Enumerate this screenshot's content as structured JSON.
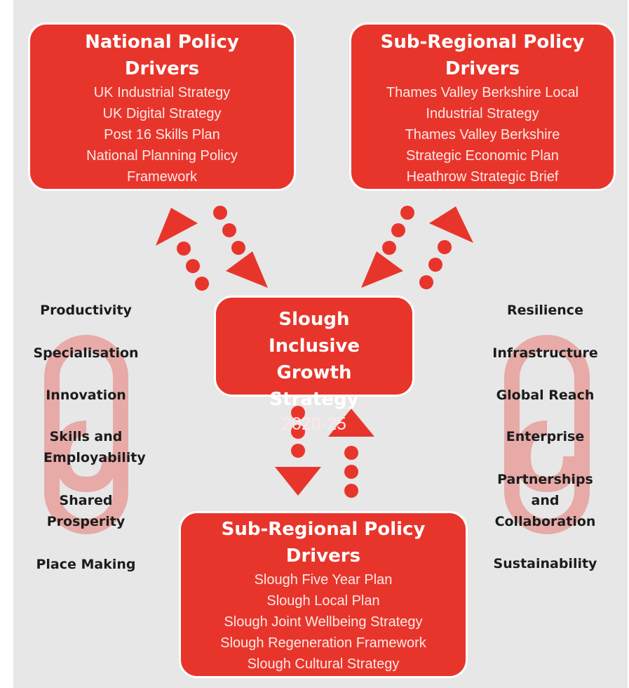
{
  "national": {
    "title": "National Policy Drivers",
    "items": [
      "UK Industrial Strategy",
      "UK Digital Strategy",
      "Post 16 Skills Plan",
      "National Planning Policy Framework"
    ]
  },
  "subregional": {
    "title": "Sub-Regional Policy Drivers",
    "items": [
      "Thames Valley Berkshire Local Industrial Strategy",
      "Thames Valley Berkshire Strategic Economic Plan",
      "Heathrow Strategic Brief"
    ]
  },
  "center": {
    "title": "Slough Inclusive Growth Strategy",
    "subtitle": "2020-25"
  },
  "local": {
    "title": "Sub-Regional Policy Drivers",
    "items": [
      "Slough Five Year Plan",
      "Slough Local Plan",
      "Slough Joint Wellbeing Strategy",
      "Slough Regeneration Framework",
      "Slough Cultural Strategy"
    ]
  },
  "left_themes": [
    "Productivity",
    "Specialisation",
    "Innovation",
    "Skills and Employability",
    "Shared Prosperity",
    "Place Making"
  ],
  "right_themes": [
    "Resilience",
    "Infrastructure",
    "Global Reach",
    "Enterprise",
    "Partnerships and Collaboration",
    "Sustainability"
  ],
  "colors": {
    "accent": "#e8352b",
    "background": "#e7e7e7",
    "watermark": "#e8a4a1"
  }
}
